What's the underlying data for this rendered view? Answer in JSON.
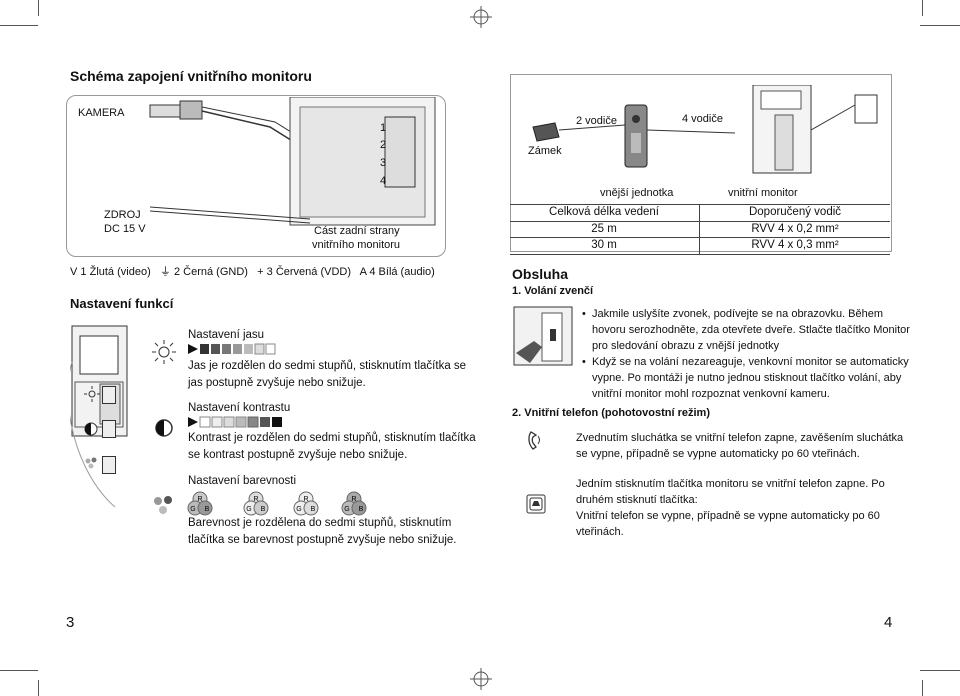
{
  "left_page": {
    "title": "Schéma zapojení vnitřního monitoru",
    "diagram": {
      "camera_label": "KAMERA",
      "power_label_line1": "ZDROJ",
      "power_label_line2": "DC 15 V",
      "back_label_line1": "Část zadní strany",
      "back_label_line2": "vnitřního monitoru",
      "terminal_numbers": [
        "1",
        "2",
        "3",
        "4"
      ]
    },
    "wire_legend": [
      {
        "symbol": "V",
        "num": "1",
        "label": "Žlutá (video)"
      },
      {
        "symbol": "⏚",
        "num": "2",
        "label": "Černá (GND)"
      },
      {
        "symbol": "+",
        "num": "3",
        "label": "Červená (VDD)"
      },
      {
        "symbol": "A",
        "num": "4",
        "label": "Bílá (audio)"
      }
    ],
    "section_title": "Nastavení funkcí",
    "brightness": {
      "heading": "Nastavení jasu",
      "text_line1": "Jas je rozdělen do sedmi stupňů, stisknutím tlačítka se",
      "text_line2": "jas postupně zvyšuje nebo snižuje."
    },
    "contrast": {
      "heading": "Nastavení kontrastu",
      "text_line1": "Kontrast je rozdělen do sedmi stupňů, stisknutím tlačítka",
      "text_line2": "se kontrast postupně zvyšuje nebo snižuje."
    },
    "color": {
      "heading": "Nastavení barevnosti",
      "rgb_letters": [
        "R",
        "G",
        "B"
      ],
      "text_line1": "Barevnost je rozdělena do sedmi stupňů, stisknutím",
      "text_line2": "tlačítka se barevnost postupně zvyšuje nebo snižuje."
    },
    "page_number": "3"
  },
  "right_page": {
    "diagram": {
      "lock_label": "Zámek",
      "two_wires": "2 vodiče",
      "four_wires": "4 vodiče",
      "outdoor_unit": "vnější jednotka",
      "indoor_monitor": "vnitřní monitor"
    },
    "table": {
      "headers": [
        "Celková délka vedení",
        "Doporučený vodič"
      ],
      "rows": [
        [
          "25 m",
          "RVV 4 x 0,2 mm²"
        ],
        [
          "30 m",
          "RVV 4 x 0,3 mm²"
        ]
      ]
    },
    "operation_title": "Obsluha",
    "outdoor_call_heading": "1. Volání zvenčí",
    "outdoor_call_text": [
      "Jakmile uslyšíte zvonek, podívejte se na obrazovku. Během",
      "hovoru serozhodněte, zda otevřete dveře. Stlačte tlačítko Monitor",
      "pro sledování obrazu z vnější jednotky",
      "Když se na volání nezareaguje, venkovní monitor se automaticky",
      "vypne. Po montáži je nutno jednou stisknout tlačítko volání, aby",
      "vnitřní monitor mohl rozpoznat venkovní kameru."
    ],
    "intercom_heading": "2. Vnitřní telefon (pohotovostní režim)",
    "intercom_text1": [
      "Zvednutím  sluchátka  se  vnitřní  telefon zapne, zavěšením sluchátka",
      "se vypne, případně se vypne automaticky po 60 vteřinách."
    ],
    "intercom_text2": [
      "Jedním stisknutím tlačítka monitoru se vnitřní telefon zapne. Po",
      "druhém stisknutí tlačítka:",
      "Vnitřní   telefon se vypne, případně se vypne automaticky po 60",
      "vteřinách."
    ],
    "page_number": "4"
  }
}
